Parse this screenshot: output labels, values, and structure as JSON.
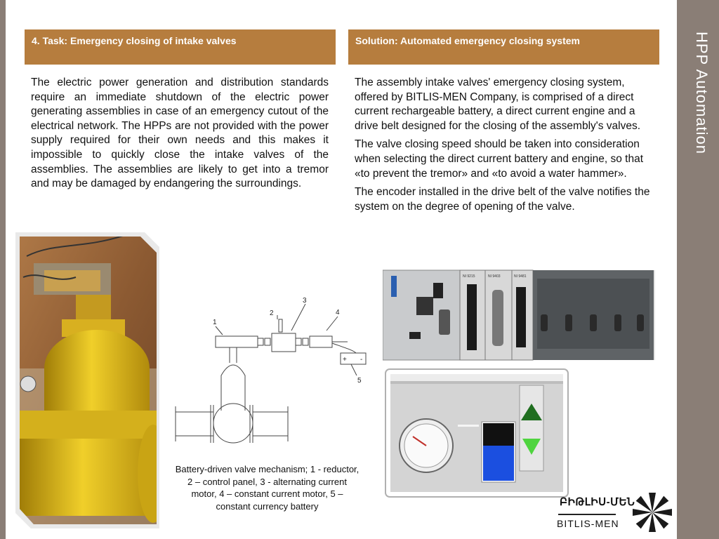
{
  "side_title": "HPP Automation",
  "task_header": "4. Task: Emergency closing of intake valves",
  "solution_header": "Solution: Automated emergency closing system",
  "task_text": "The electric power generation and distribution standards require an immediate shutdown of the electric power generating assemblies in case of an emergency cutout of the electrical network. The HPPs are not provided with the power supply required for their own needs and this makes it impossible to quickly close the intake valves of the assemblies. The assemblies are likely to get into a tremor and may be damaged by endangering the surroundings.",
  "solution_paragraphs": [
    "The assembly intake valves' emergency closing system, offered by BITLIS-MEN Company, is comprised of a direct current rechargeable battery, a direct current engine and a drive belt designed for the closing of the assembly's valves.",
    "The valve closing speed should be taken into consideration when selecting the direct current battery and engine, so that «to prevent the tremor» and «to avoid a water hammer».",
    "The encoder installed in the drive belt of the valve notifies the system on the degree of opening of the valve."
  ],
  "diagram": {
    "labels": [
      "1",
      "2",
      "3",
      "4",
      "5"
    ],
    "battery_plus": "+",
    "battery_minus": "-"
  },
  "caption": "Battery-driven valve mechanism; 1 - reductor, 2 – control panel, 3 - alternating current motor, 4 – constant current motor, 5 – constant currency battery",
  "hardware_labels": {
    "module1": "NI 9215",
    "module2": "NI 9403",
    "module3": "NI 9481"
  },
  "logo": {
    "armenian": "ԲԻԹԼԻՍ-ՄԵՆ",
    "latin": "BITLIS-MEN"
  },
  "colors": {
    "header_bg": "#b67d3e",
    "side_bar": "#8a7e76",
    "valve_yellow": "#e8c020"
  }
}
